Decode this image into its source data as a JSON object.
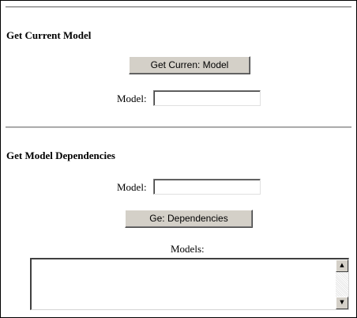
{
  "section_current": {
    "heading": "Get Current Model",
    "button_label": "Get Curren: Model",
    "model_label": "Model:",
    "model_value": ""
  },
  "section_dependencies": {
    "heading": "Get Model Dependencies",
    "model_label": "Model:",
    "model_value": "",
    "button_label": "Ge: Dependencies",
    "models_label": "Models:",
    "models_value": ""
  },
  "icons": {
    "scroll_up": "scroll-up-arrow-icon",
    "scroll_down": "scroll-down-arrow-icon"
  }
}
